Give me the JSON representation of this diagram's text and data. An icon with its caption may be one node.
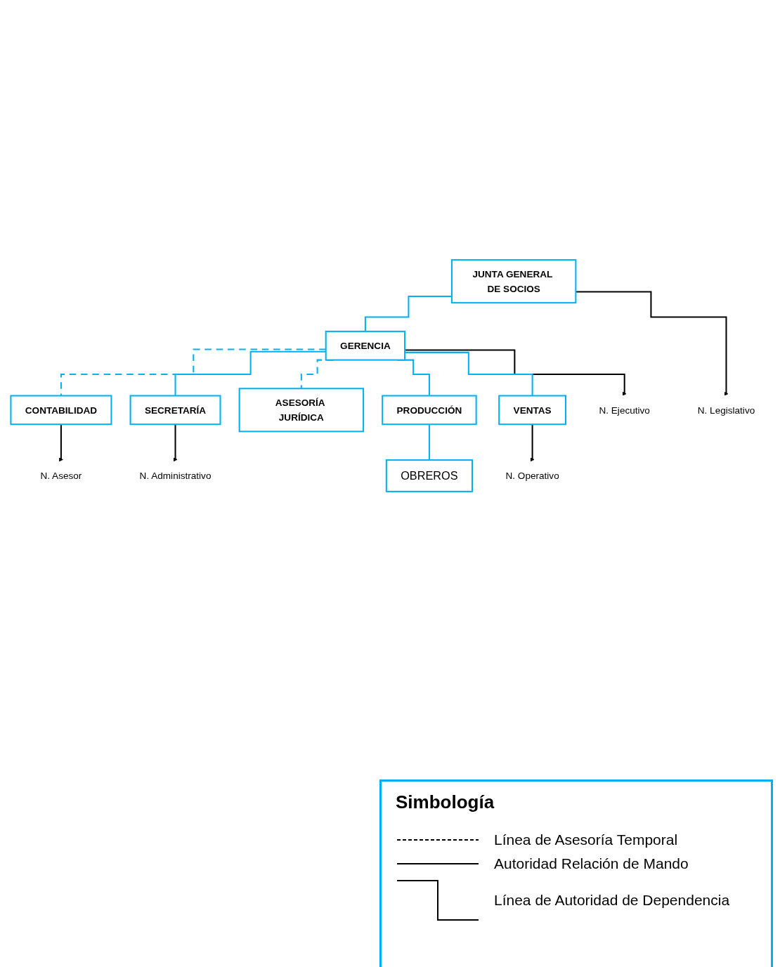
{
  "diagram": {
    "nodes": [
      {
        "text": [
          "JUNTA GENERAL DE SOCIOS"
        ]
      },
      {
        "text": [
          "N. Legislativo"
        ]
      },
      {
        "text": [
          "GERENCIA"
        ]
      },
      {
        "text": [
          "N. Ejecutivo"
        ]
      },
      {
        "text": [
          "ASESORÍA JURÍDICA"
        ]
      },
      {
        "text": [
          "CONTABILIDAD"
        ]
      },
      {
        "text": [
          "SECRETARÍA"
        ]
      },
      {
        "text": [
          "N. Asesor"
        ]
      },
      {
        "text": [
          "N. Administrativo"
        ]
      },
      {
        "text": [
          "PRODUCCIÓN"
        ]
      },
      {
        "text": [
          "VENTAS"
        ]
      },
      {
        "text": [
          "OBREROS"
        ]
      },
      {
        "text": [
          "N. Operativo"
        ]
      }
    ],
    "edges": [
      {
        "from": 0,
        "to": 1,
        "arrow": "to",
        "color": "#000000"
      },
      {
        "from": 0,
        "to": 2,
        "arrow": "none"
      },
      {
        "from": 2,
        "to": 3,
        "arrow": "to",
        "color": "#000000"
      },
      {
        "from": 2,
        "to": 4,
        "arrow": "none",
        "style": "dashed"
      },
      {
        "from": 2,
        "to": 5,
        "arrow": "none",
        "style": "dashed"
      },
      {
        "from": 2,
        "to": 6,
        "arrow": "none"
      },
      {
        "from": 5,
        "to": 7,
        "arrow": "to",
        "color": "#000000"
      },
      {
        "from": 6,
        "to": 8,
        "arrow": "to",
        "color": "#000000"
      },
      {
        "from": 2,
        "to": 9,
        "arrow": "none"
      },
      {
        "from": 2,
        "to": 10,
        "arrow": "none"
      },
      {
        "from": 9,
        "to": 11,
        "arrow": "none"
      },
      {
        "from": 10,
        "to": 12,
        "arrow": "to",
        "color": "#000000"
      }
    ],
    "labels": [
      "Simbología"
    ],
    "legend": [
      {
        "text": "Línea de Asesoría Temporal"
      },
      {
        "text": "Autoridad Relación de Mando"
      },
      {
        "text": "Línea de Autoridad de Dependencia"
      }
    ]
  }
}
